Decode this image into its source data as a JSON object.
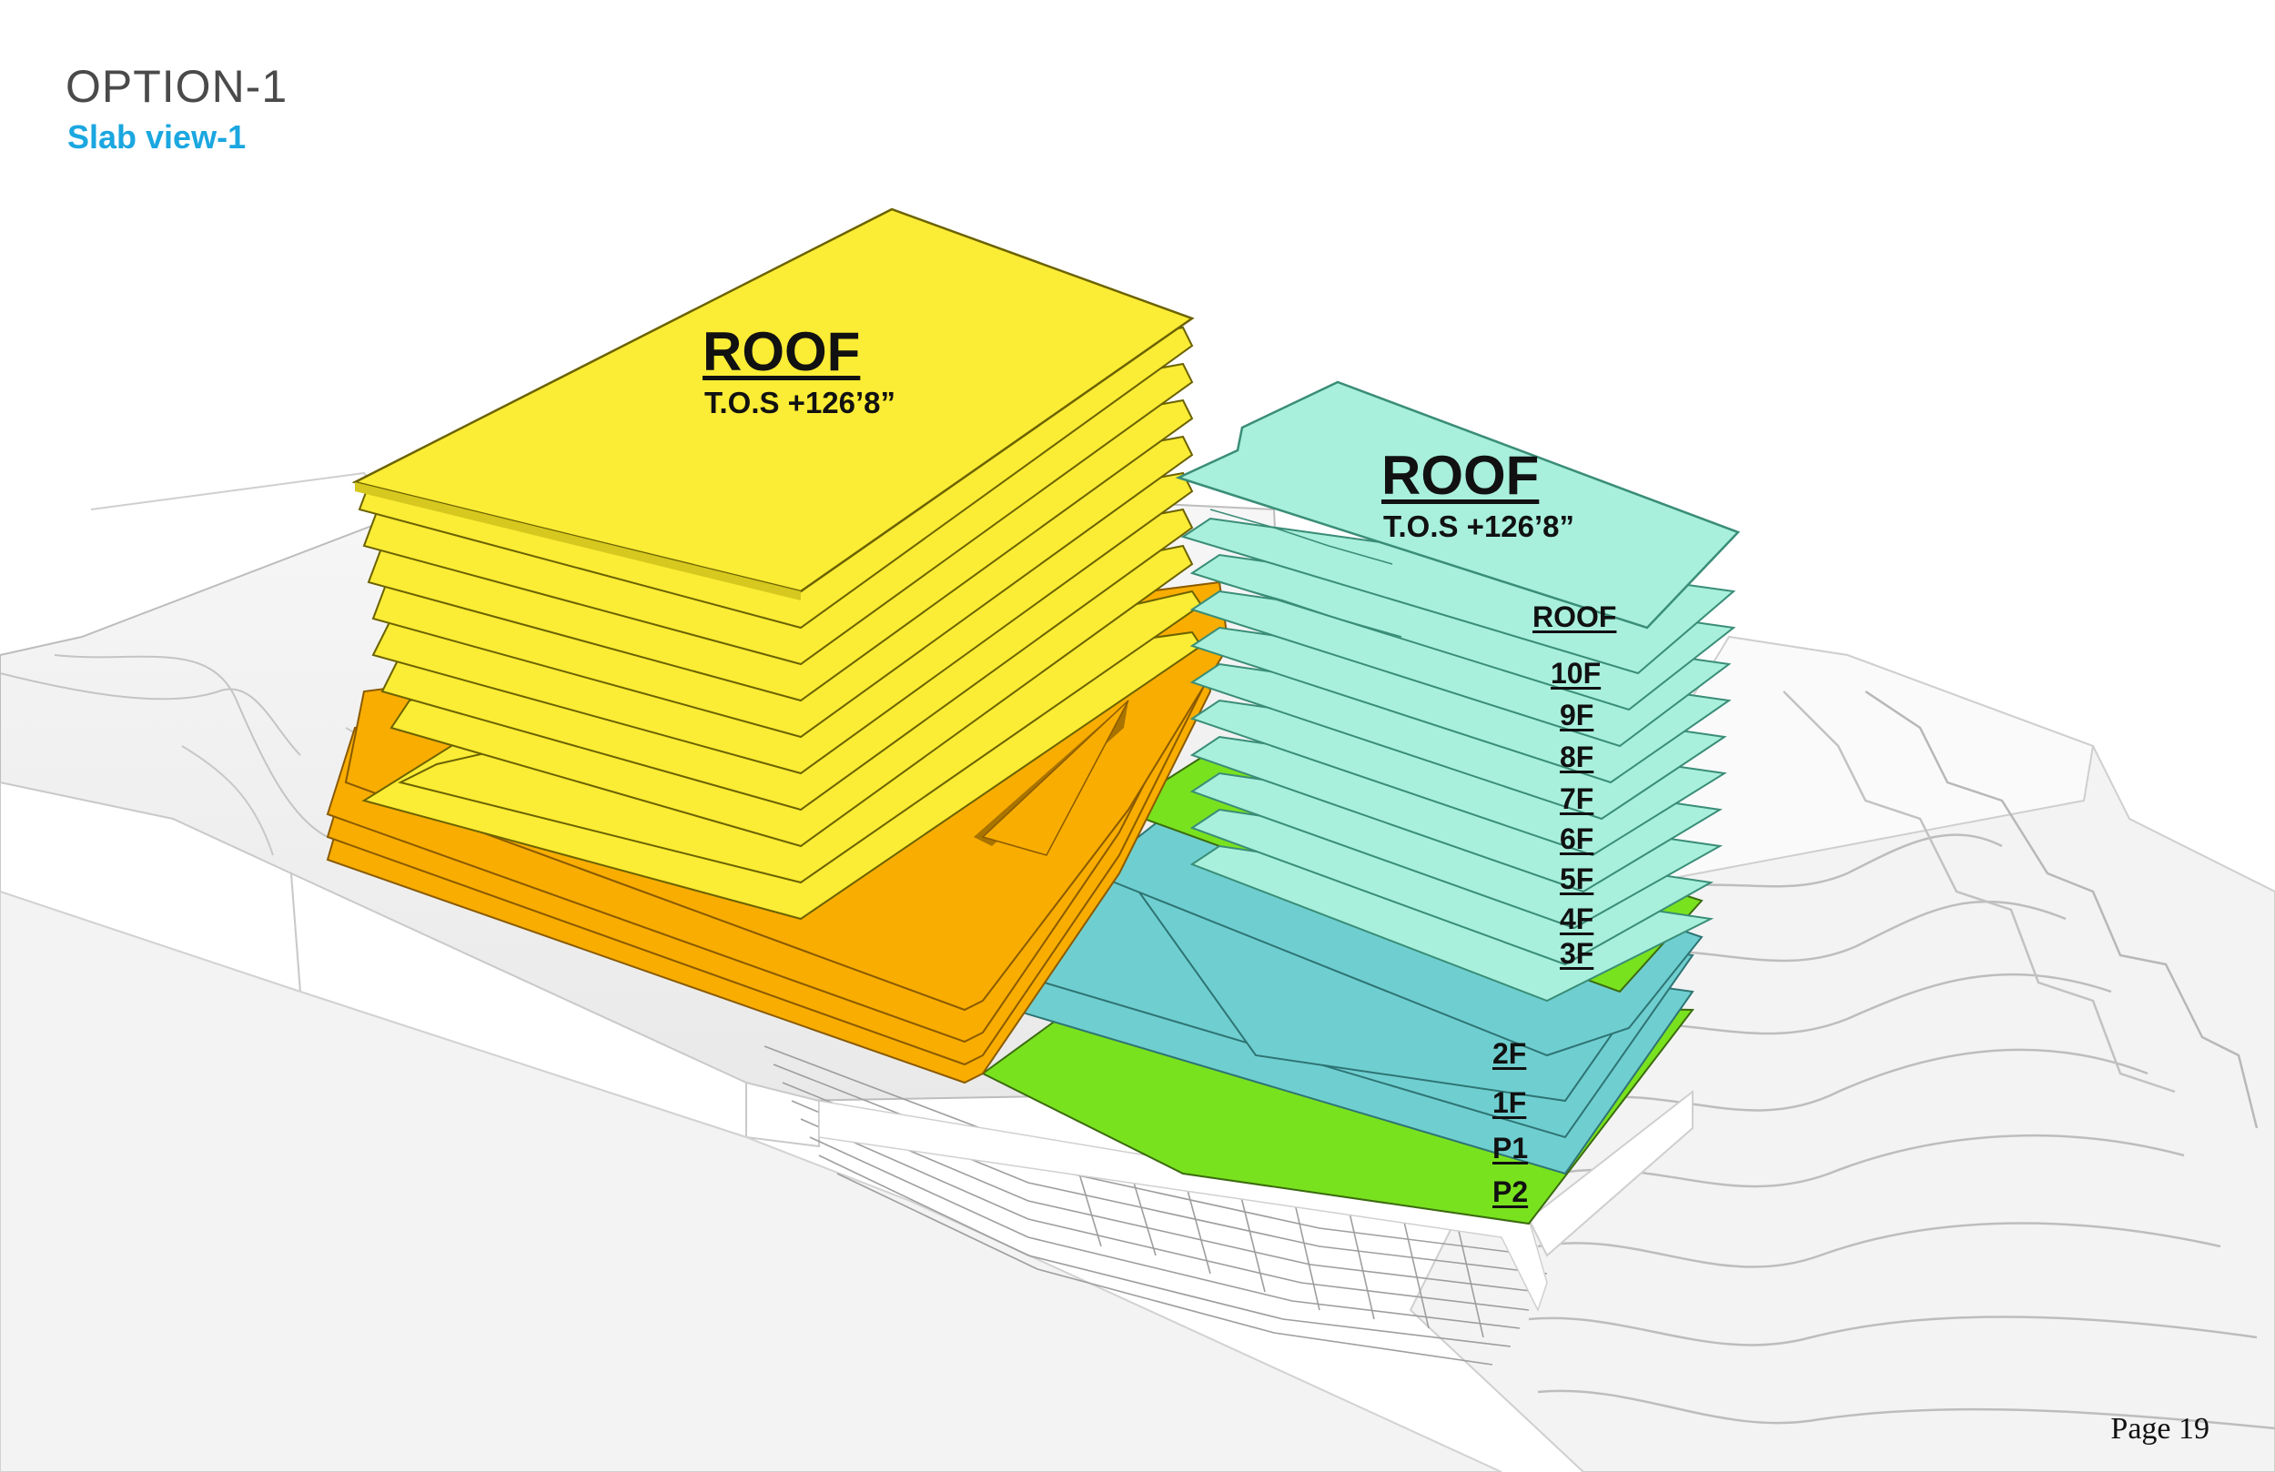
{
  "header": {
    "title": "OPTION-1",
    "subtitle": "Slab view-1"
  },
  "page": {
    "label": "Page 19"
  },
  "tower_a": {
    "roof_label": "ROOF",
    "tos_label": "T.O.S +126’8”"
  },
  "tower_b": {
    "roof_label": "ROOF",
    "tos_label": "T.O.S +126’8”"
  },
  "floor_labels": [
    "ROOF",
    "10F",
    "9F",
    "8F",
    "7F",
    "6F",
    "5F",
    "4F",
    "3F",
    "2F",
    "1F",
    "P1",
    "P2"
  ],
  "colors": {
    "tower_a_slab": "#fbec35",
    "podium_slab": "#f8ad00",
    "tower_b_slab": "#a8f0dc",
    "parking_slab": "#6fcfd0",
    "terrace_slab": "#79e21e",
    "site": "#f2f2f2",
    "accent_title": "#1ba7e0"
  }
}
